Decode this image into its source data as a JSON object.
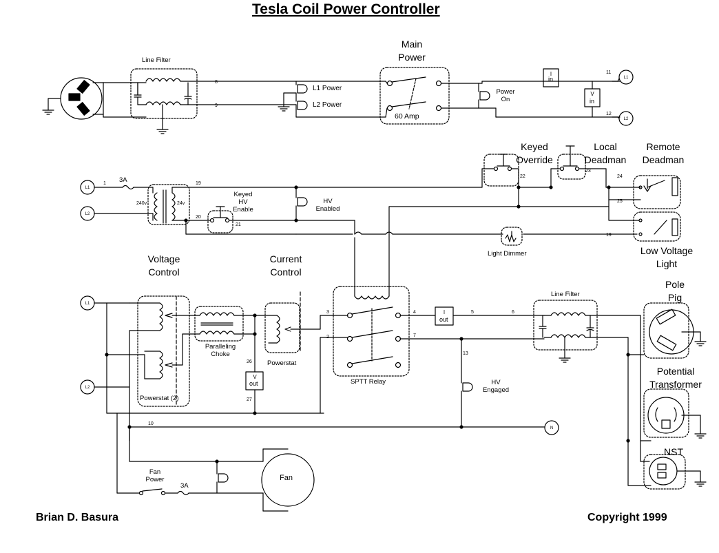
{
  "title": "Tesla Coil Power Controller",
  "author": "Brian D. Basura",
  "copyright": "Copyright 1999",
  "labels": {
    "line_filter_top": "Line Filter",
    "main_power": "Main\nPower",
    "sixty_amp": "60 Amp",
    "l1_power": "L1 Power",
    "l2_power": "L2 Power",
    "power_on": "Power\nOn",
    "keyed_override": "Keyed\nOverride",
    "local_deadman": "Local\nDeadman",
    "remote_deadman": "Remote\nDeadman",
    "keyed_hv_enable": "Keyed\nHV\nEnable",
    "hv_enabled": "HV\nEnabled",
    "light_dimmer": "Light Dimmer",
    "low_voltage_light": "Low Voltage\nLight",
    "voltage_control": "Voltage\nControl",
    "current_control": "Current\nControl",
    "line_filter_mid": "Line Filter",
    "pole_pig": "Pole\nPig",
    "potential_transformer": "Potential\nTransformer",
    "nst": "NST",
    "paralleling_choke": "Paralleling\nChoke",
    "powerstat": "Powerstat",
    "powerstat_2": "Powerstat (2)",
    "sptt_relay": "SPTT Relay",
    "hv_engaged": "HV\nEngaged",
    "fan_power": "Fan\nPower",
    "fan": "Fan",
    "fuse_3a_top": "3A",
    "fuse_3a_bottom": "3A",
    "xfmr_240v": "240v",
    "xfmr_24v": "24v",
    "meter_in_1": "in",
    "meter_in_2": "in",
    "meter_out_1": "out",
    "meter_out_2": "out",
    "meter_i_1": "I",
    "meter_v_1": "V",
    "meter_i_2": "I",
    "meter_v_2": "V"
  },
  "terminals": {
    "l1_top": "L1",
    "l2_top": "L2",
    "l1_mid": "L1",
    "l2_mid": "L2",
    "l1_low": "L1",
    "l2_low": "L2",
    "neutral": "N"
  },
  "wire_numbers": [
    "8",
    "9",
    "11",
    "12",
    "1",
    "19",
    "20",
    "21",
    "22",
    "23",
    "24",
    "25",
    "19",
    "3",
    "4",
    "5",
    "6",
    "2",
    "7",
    "13",
    "26",
    "27",
    "10"
  ]
}
